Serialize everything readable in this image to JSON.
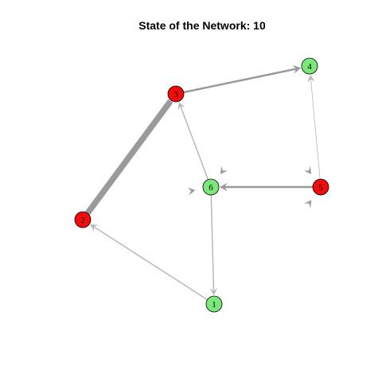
{
  "title": "State of the Network:  10",
  "colors": {
    "infected": "#f20c0c",
    "healthy": "#7be87b",
    "edge": "#9a9a9a",
    "edge_light": "#b8b8b8",
    "node_border": "#000000"
  },
  "nodes": [
    {
      "id": "1",
      "state": "healthy"
    },
    {
      "id": "2",
      "state": "infected"
    },
    {
      "id": "3",
      "state": "infected"
    },
    {
      "id": "4",
      "state": "healthy"
    },
    {
      "id": "5",
      "state": "infected"
    },
    {
      "id": "6",
      "state": "healthy"
    }
  ],
  "edges": [
    {
      "from": "2",
      "to": "3",
      "weight": "heavy"
    },
    {
      "from": "3",
      "to": "4",
      "weight": "medium"
    },
    {
      "from": "6",
      "to": "3",
      "weight": "light"
    },
    {
      "from": "5",
      "to": "6",
      "weight": "medium"
    },
    {
      "from": "5",
      "to": "4",
      "weight": "faint"
    },
    {
      "from": "1",
      "to": "2",
      "weight": "light"
    },
    {
      "from": "6",
      "to": "1",
      "weight": "light"
    },
    {
      "from": "6",
      "to": "6",
      "weight": "loop"
    },
    {
      "from": "5",
      "to": "5",
      "weight": "loop"
    }
  ]
}
